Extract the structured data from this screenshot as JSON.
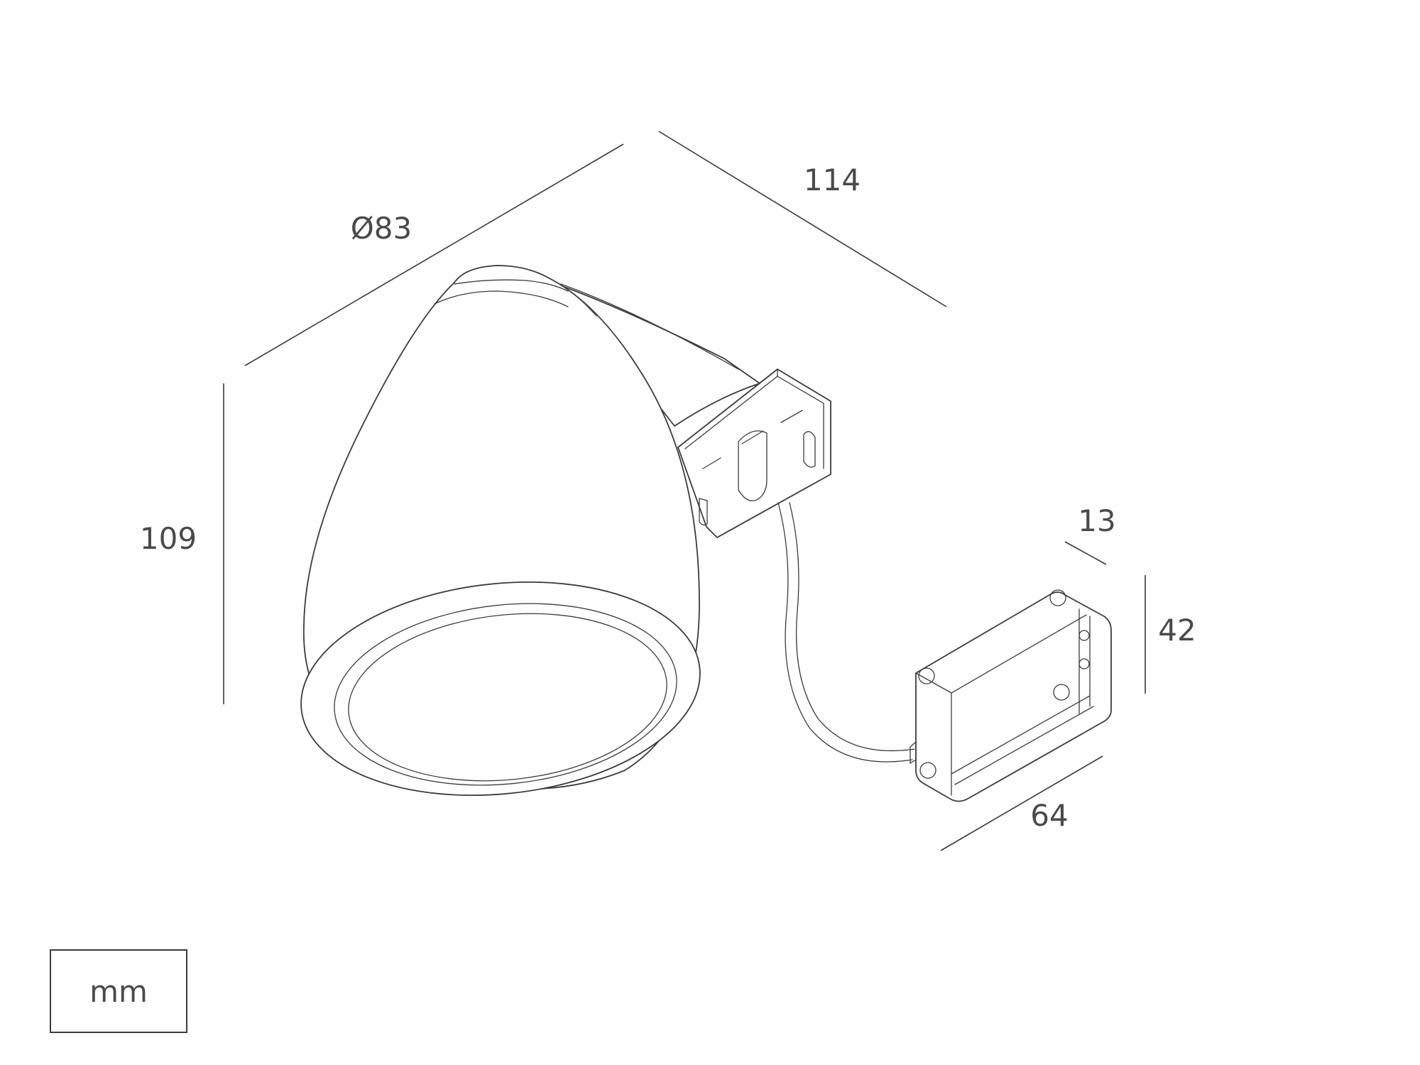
{
  "drawing": {
    "title": "",
    "dimensions": {
      "diameter": "Ø83",
      "length": "114",
      "height": "109",
      "driver_depth": "13",
      "driver_height": "42",
      "driver_width": "64"
    },
    "units": "mm",
    "colors": {
      "line": "#3c3c3c",
      "text": "#4a4a4a",
      "background": "#ffffff"
    }
  }
}
